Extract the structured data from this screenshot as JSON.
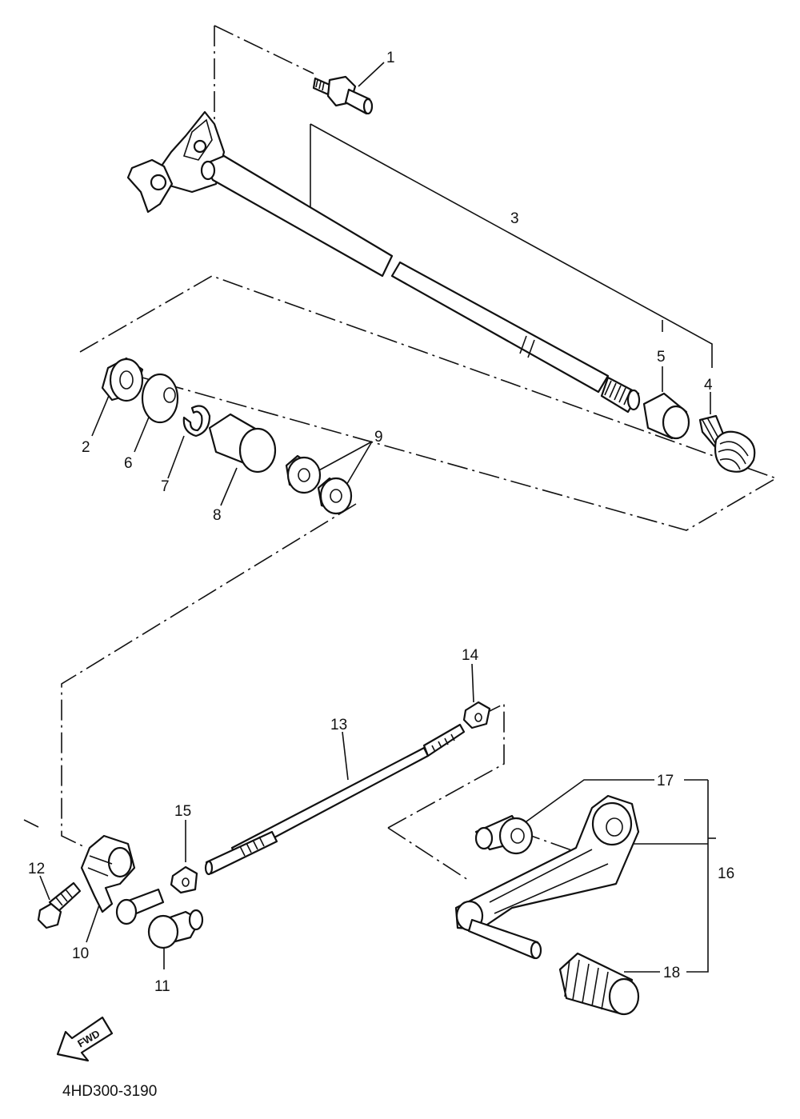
{
  "diagram": {
    "callouts": [
      "1",
      "2",
      "3",
      "4",
      "5",
      "6",
      "7",
      "8",
      "9",
      "10",
      "11",
      "12",
      "13",
      "14",
      "15",
      "16",
      "17",
      "18"
    ],
    "direction_label": "FWD",
    "diagram_code": "4HD300-3190"
  }
}
